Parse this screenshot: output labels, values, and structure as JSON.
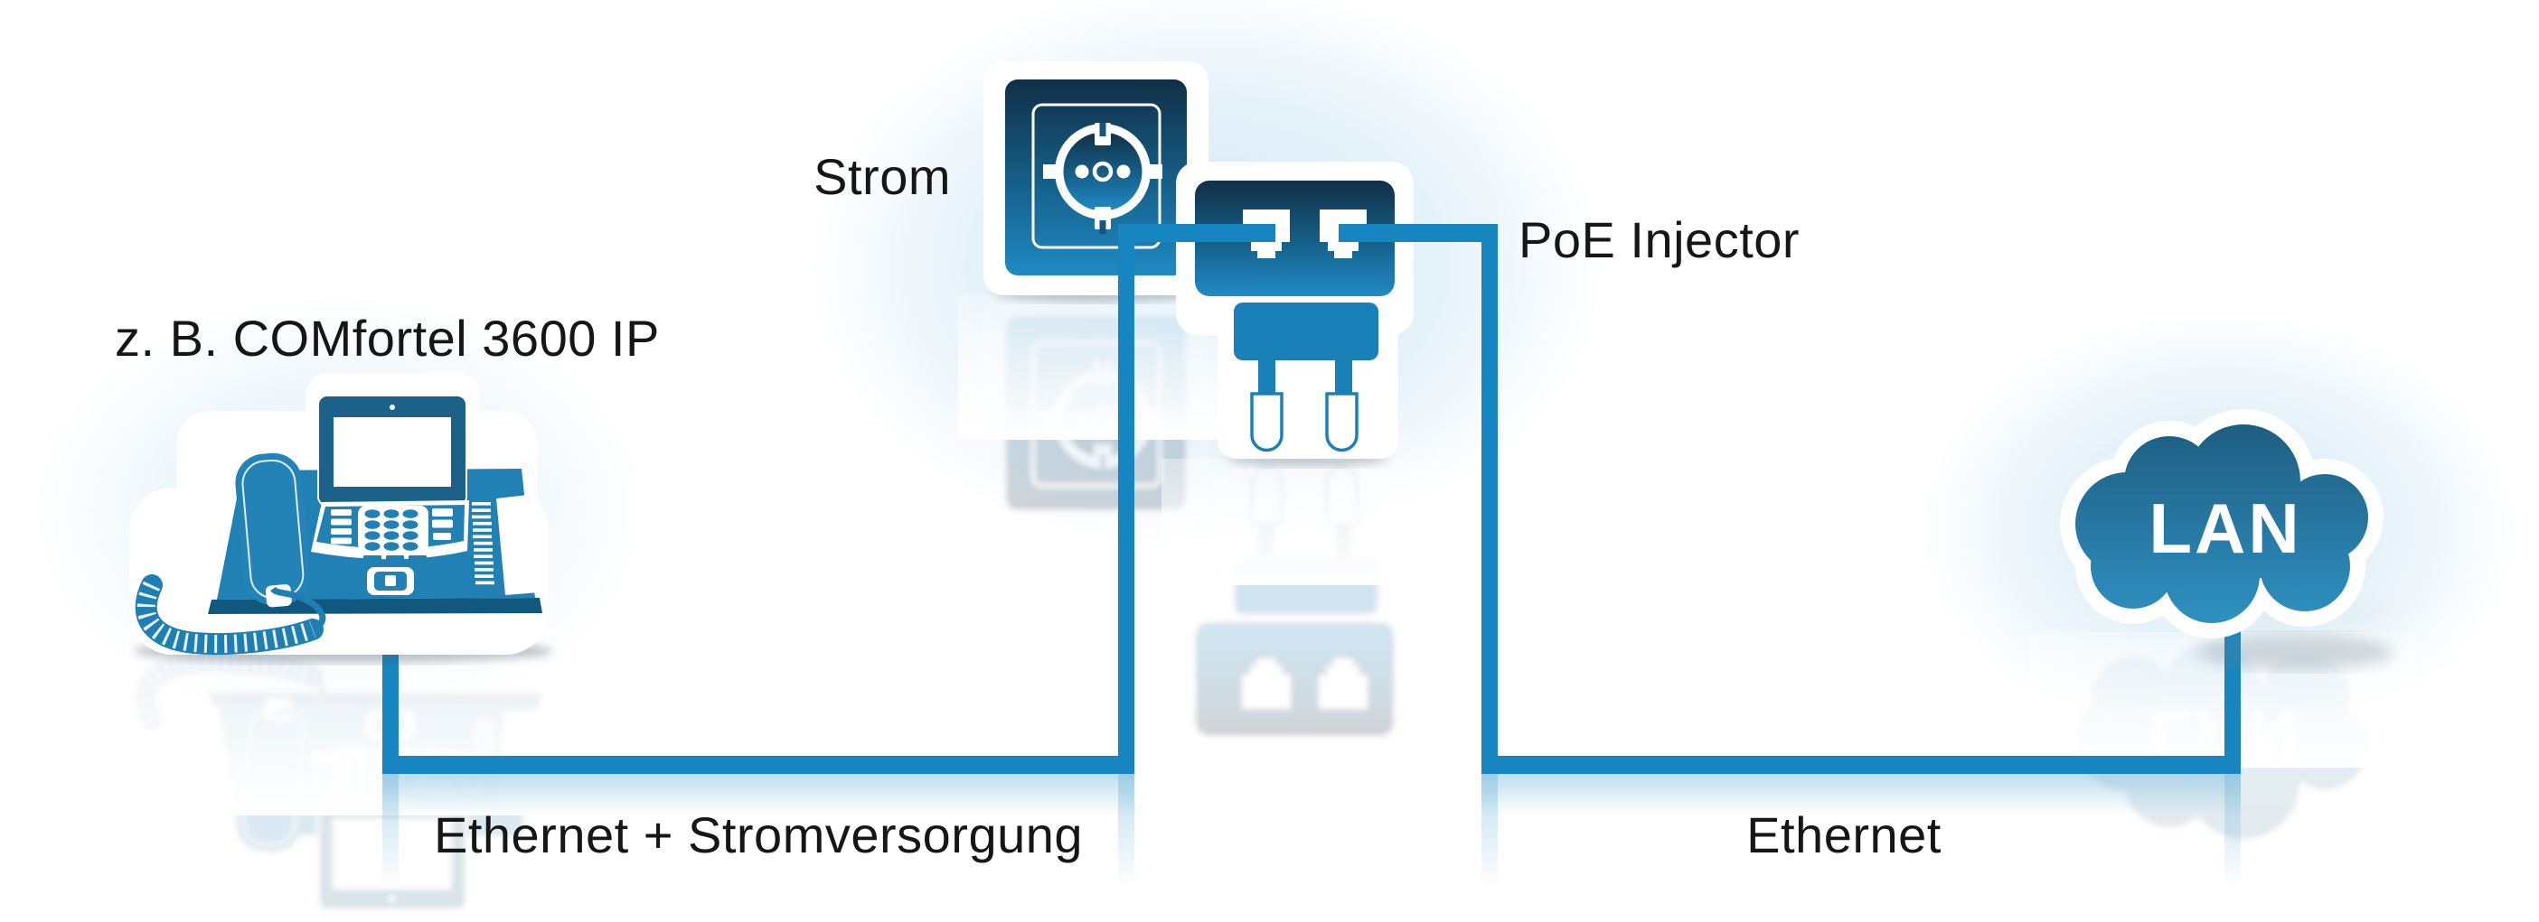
{
  "diagram": {
    "phone": {
      "label": "z. B. COMfortel 3600 IP",
      "icon": "ip-phone-icon"
    },
    "power_outlet": {
      "label": "Strom",
      "icon": "power-socket-icon"
    },
    "poe_injector": {
      "label": "PoE Injector",
      "icon": "poe-injector-icon"
    },
    "lan": {
      "label": "LAN",
      "icon": "lan-cloud-icon"
    },
    "connections": [
      {
        "from": "phone",
        "to": "poe_injector",
        "label": "Ethernet + Stromversorgung"
      },
      {
        "from": "poe_injector",
        "to": "lan",
        "label": "Ethernet"
      }
    ],
    "colors": {
      "cable": "#1786c0",
      "device_dark": "#112f46",
      "device_mid": "#16618c",
      "device_light": "#208ac3",
      "cloud_top": "#1d5a7d",
      "cloud_bottom": "#2f93c4",
      "phone_body": "#2180b4",
      "injector_body": "#1a80b8",
      "label_text": "#161616",
      "cloud_text": "#ffffff",
      "background": "#ffffff"
    }
  }
}
